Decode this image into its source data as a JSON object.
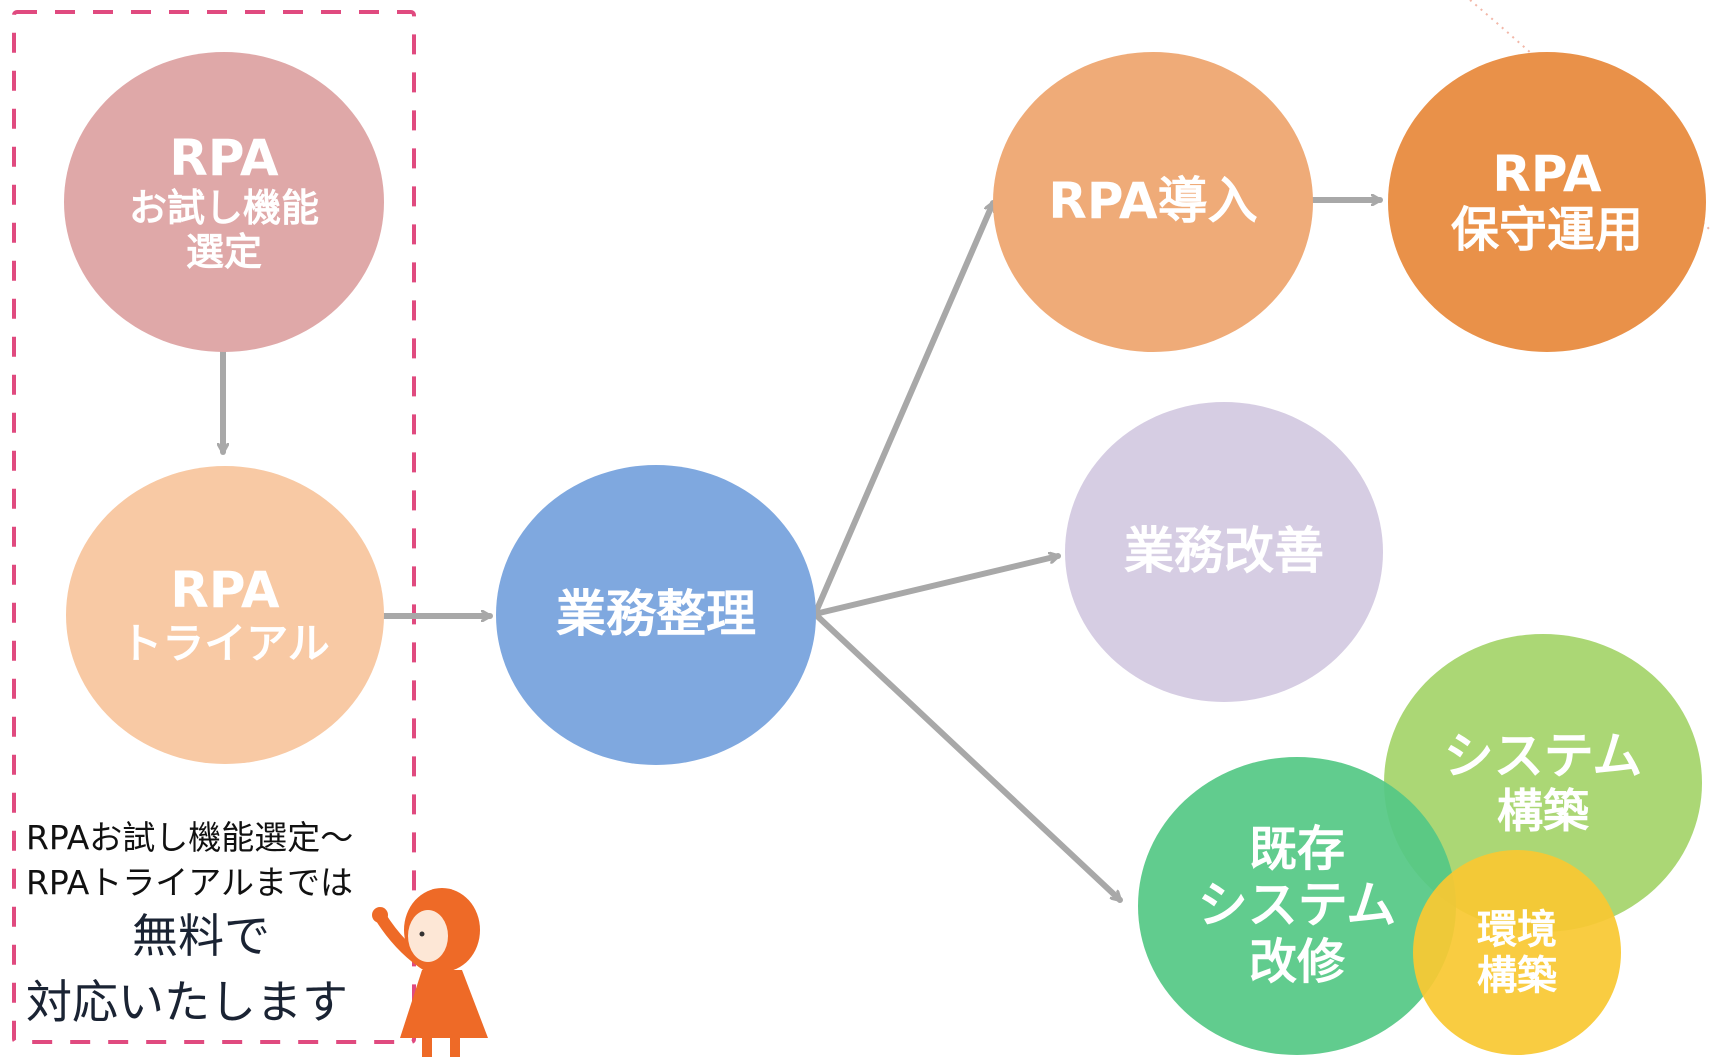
{
  "colors": {
    "trial_select": "#dfa8a8",
    "trial": "#f8c9a4",
    "organize": "#7fa8df",
    "intro": "#efab78",
    "maintenance": "#e99149",
    "improve": "#d6cde3",
    "existing": "#55c885",
    "system_build": "#a7d56e",
    "env_build": "#f9c833",
    "arrow": "#a8a8a8",
    "dashed_box": "#e04a7f",
    "mascot": "#ee6a27"
  },
  "nodes": {
    "trial_select": {
      "lines": [
        "RPA",
        "お試し機能",
        "選定"
      ]
    },
    "trial": {
      "lines": [
        "RPA",
        "トライアル"
      ]
    },
    "organize": {
      "lines": [
        "業務整理"
      ]
    },
    "intro": {
      "lines": [
        "RPA導入"
      ]
    },
    "maintenance": {
      "lines": [
        "RPA",
        "保守運用"
      ]
    },
    "improve": {
      "lines": [
        "業務改善"
      ]
    },
    "existing": {
      "lines": [
        "既存",
        "システム",
        "改修"
      ]
    },
    "system_build": {
      "lines": [
        "システム",
        "構築"
      ]
    },
    "env_build": {
      "lines": [
        "環境",
        "構築"
      ]
    }
  },
  "note": {
    "line1": "RPAお試し機能選定～",
    "line2": "RPAトライアルまでは",
    "line3": "無料で",
    "line4": "対応いたします"
  },
  "mascot_icon": "child-pointing-icon"
}
